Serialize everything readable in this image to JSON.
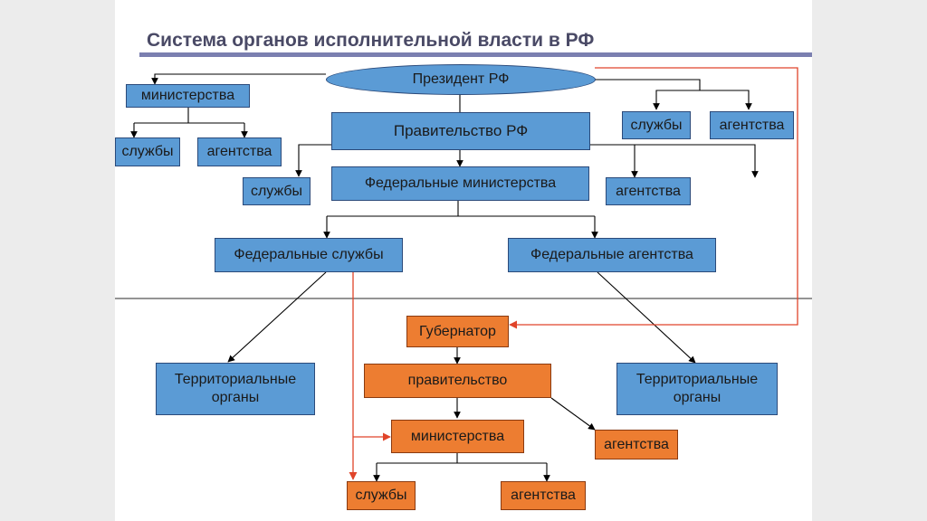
{
  "title": "Система органов исполнительной власти в РФ",
  "federal": {
    "president": "Президент РФ",
    "president_ministries": "министерства",
    "president_ministries_services": "службы",
    "president_ministries_agencies": "агентства",
    "president_services": "службы",
    "president_agencies": "агентства",
    "government": "Правительство РФ",
    "government_services": "службы",
    "government_agencies": "агентства",
    "federal_ministries": "Федеральные министерства",
    "federal_services": "Федеральные службы",
    "federal_agencies": "Федеральные агентства",
    "territorial_left": "Территориальные\nорганы",
    "territorial_right": "Территориальные\nорганы"
  },
  "regional": {
    "governor": "Губернатор",
    "government": "правительство",
    "ministries": "министерства",
    "agencies": "агентства",
    "services": "службы",
    "ministries_agencies": "агентства"
  },
  "colors": {
    "federal": "#5b9bd5",
    "regional": "#ed7d31",
    "red_link": "#e0442a",
    "connector": "#000000"
  }
}
